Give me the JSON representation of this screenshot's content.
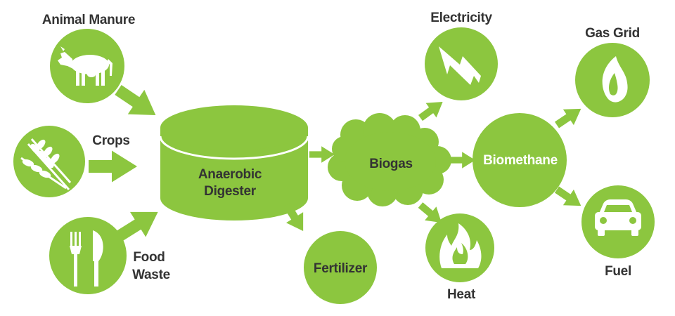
{
  "colors": {
    "green": "#8cc63f",
    "label_dark": "#333333",
    "label_light": "#ffffff",
    "icon": "#ffffff"
  },
  "icons": {
    "animal_manure": "cow-icon",
    "crops": "wheat-icon",
    "food_waste": "fork-knife-icon",
    "electricity": "lightning-bolt-icon",
    "heat": "flame-icon",
    "gas_grid": "gas-drop-icon",
    "fuel": "car-icon"
  },
  "inputs": {
    "animal_manure": "Animal Manure",
    "crops": "Crops",
    "food_waste_line1": "Food",
    "food_waste_line2": "Waste"
  },
  "digester": {
    "line1": "Anaerobic",
    "line2": "Digester"
  },
  "outputs": {
    "fertilizer": "Fertilizer",
    "biogas": "Biogas",
    "electricity": "Electricity",
    "heat": "Heat",
    "biomethane": "Biomethane",
    "gas_grid": "Gas Grid",
    "fuel": "Fuel"
  }
}
